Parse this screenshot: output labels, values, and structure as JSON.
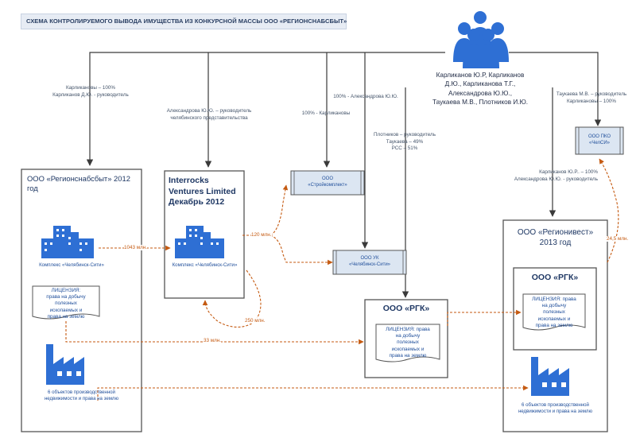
{
  "title": "СХЕМА КОНТРОЛИРУЕМОГО ВЫВОДА ИМУЩЕСТВА ИЗ КОНКУРСНОЙ МАССЫ ООО «РЕГИОНСНАБСБЫТ»",
  "owners": [
    "Карликанов Ю.Р, Карликанов",
    "Д.Ю., Карликанова Т.Г.,",
    "Александрова Ю.Ю.,",
    "Таукаева М.В., Плотников И.Ю."
  ],
  "notes": {
    "n1": [
      "Карликановы – 100%",
      "Карликанов Д.Ю. - руководитель"
    ],
    "n2": [
      "Александрова Ю.Ю. – руководитель",
      "челябинского представительства"
    ],
    "n3": [
      "100% - Александрова Ю.Ю."
    ],
    "n4": [
      "100% - Карликановы"
    ],
    "n5": [
      "Плотников – руководитель",
      "Таукаева – 49%",
      "РСС – 51%"
    ],
    "n6": [
      "Таукаева М.В. – руководитель",
      "Карликановы – 100%"
    ],
    "n7": [
      "Карликанов Ю.Р.. – 100%",
      "Александрова Ю.Ю. - руководитель"
    ]
  },
  "entities": {
    "rss": {
      "title": [
        "ООО «Регионснабсбыт» 2012",
        "год"
      ],
      "complex": "Комплекс «Челябинск-Сити»",
      "license": [
        "ЛИЦЕНЗИЯ:",
        "права на добычу",
        "полезных",
        "ископаемых и",
        "права на землю"
      ],
      "property": [
        "6 объектов производственной",
        "недвижимости и права на землю"
      ]
    },
    "interrocks": {
      "title": [
        "Interrocks",
        "Ventures Limited",
        "Декабрь 2012"
      ],
      "complex": "Комплекс «Челябинск-Сити»"
    },
    "stroykomplekt": [
      "ООО",
      "«Стройкомплект»"
    ],
    "uk": [
      "ООО УК",
      "«Челябинск-Сити»"
    ],
    "rgk": {
      "title": "ООО «РГК»",
      "license": [
        "ЛИЦЕНЗИЯ: права",
        "на добычу",
        "полезных",
        "ископаемых и",
        "права на землю"
      ]
    },
    "pko": [
      "ООО ПКО",
      "«ЧелСИ»"
    ],
    "regioninvest": {
      "title": [
        "ООО «Регионивест»",
        "2013 год"
      ],
      "rgk_title": "ООО «РГК»",
      "license": [
        "ЛИЦЕНЗИЯ: права",
        "на добычу",
        "полезных",
        "ископаемых и",
        "права на землю"
      ],
      "property": [
        "6 объектов производственной",
        "недвижимости и права на землю"
      ]
    }
  },
  "money": {
    "m1043": "1043 млн.",
    "m120": "120 млн.",
    "m250": "250 млн.",
    "m33": "33 млн.",
    "m245": "24,5 млн."
  },
  "colors": {
    "line": "#3a3a3a",
    "box": "#555555",
    "icon": "#2e6fd4",
    "flow": "#c55a11",
    "small_box_fill": "#dce6f2"
  }
}
